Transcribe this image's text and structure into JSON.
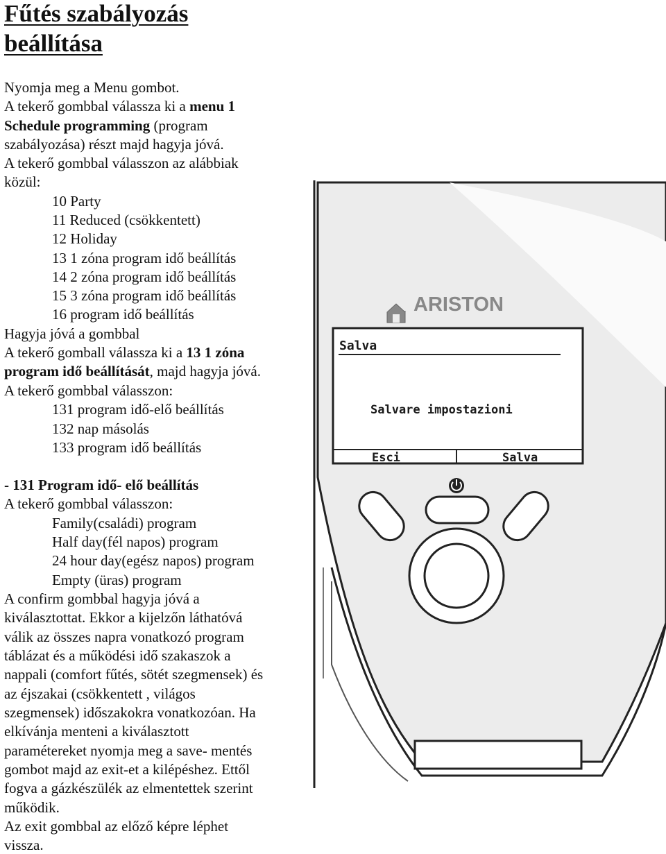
{
  "title": {
    "line1": "Fűtés szabályozás",
    "line2": "beállítása"
  },
  "intro": {
    "l1": "Nyomja meg a Menu gombot.",
    "l2_a": "A tekerő gombbal válassza ki a ",
    "l2_b": "menu 1",
    "l3_a": "Schedule programming",
    "l3_b": " (program",
    "l4": "szabályozása) részt majd hagyja jóvá.",
    "l5": "A tekerő gombbal válasszon az alábbiak",
    "l6": "közül:"
  },
  "menu_options": [
    "10 Party",
    "11 Reduced (csökkentett)",
    "12 Holiday",
    "13 1 zóna program idő beállítás",
    "14 2 zóna program idő beállítás",
    "15 3 zóna program idő beállítás",
    "16 program idő beállítás"
  ],
  "mid": {
    "confirm": "Hagyja jóvá a gombbal",
    "sel_a": "A tekerő gomball válassza ki a ",
    "sel_b": "13 1 zóna",
    "sel2_a": "program idő beállítását",
    "sel2_b": ", majd hagyja jóvá.",
    "choose": "A tekerő gombbal válasszon:"
  },
  "sub_options": [
    "131 program idő-elő beállítás",
    "132 nap másolás",
    "133 program idő beállítás"
  ],
  "section": {
    "heading": "-  131 Program idő- elő beállítás",
    "choose": "A tekerő gombbal válasszon:"
  },
  "program_options": [
    "Family(családi) program",
    "Half day(fél napos) program",
    "24 hour day(egész napos) program",
    "Empty (üras) program"
  ],
  "body_lines": [
    "A confirm gombbal hagyja jóvá a",
    "kiválasztottat. Ekkor a kijelzőn láthatóvá",
    "válik az összes napra vonatkozó program",
    "táblázat és a működési idő szakaszok a",
    "nappali (comfort fűtés, sötét szegmensek) és",
    "az éjszakai (csökkentett , világos",
    "szegmensek) időszakokra vonatkozóan. Ha",
    "elkívánja menteni a kiválasztott",
    "paramétereket nyomja meg a save- mentés",
    "gombot majd az exit-et a kilépéshez. Ettől",
    "fogva a gázkészülék az elmentettek szerint",
    "működik.",
    "Az exit gombbal az előző képre léphet",
    "vissza."
  ],
  "device": {
    "brand": "ARISTON",
    "screen_title": "Salva",
    "screen_message": "Salvare impostazioni",
    "softkey_left": "Esci",
    "softkey_right": "Salva"
  }
}
